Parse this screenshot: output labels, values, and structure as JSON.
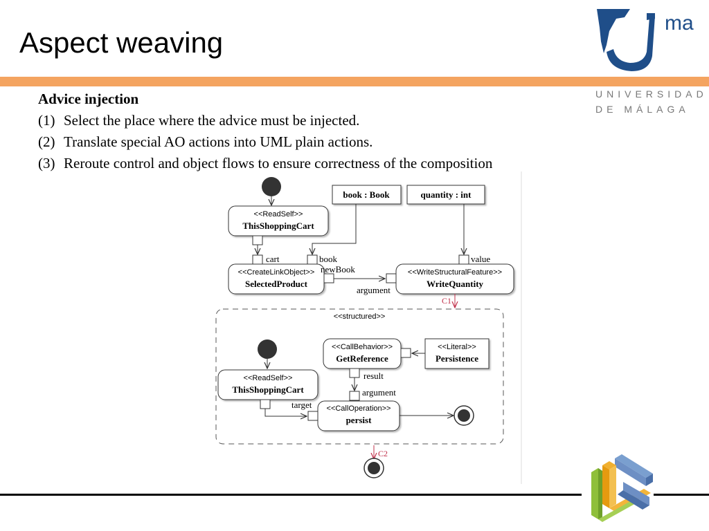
{
  "slide": {
    "title": "Aspect weaving",
    "university_line1": "UNIVERSIDAD",
    "university_line2": "DE MÁLAGA",
    "logo_text": "ma"
  },
  "content": {
    "heading": "Advice injection",
    "items": [
      {
        "num": "(1)",
        "text": "Select the place where the advice must be injected."
      },
      {
        "num": "(2)",
        "text": "Translate special AO actions into UML plain actions."
      },
      {
        "num": "(3)",
        "text": "Reroute control and object flows to ensure correctness of the composition"
      }
    ]
  },
  "diagram": {
    "obj_book": "book : Book",
    "obj_quantity": "quantity : int",
    "readself1_stereo": "<<ReadSelf>>",
    "readself1_name": "ThisShoppingCart",
    "createlink_stereo": "<<CreateLinkObject>>",
    "createlink_name": "SelectedProduct",
    "write_stereo": "<<WriteStructuralFeature>>",
    "write_name": "WriteQuantity",
    "pin_cart": "cart",
    "pin_book": "book",
    "pin_newbook": "newBook",
    "pin_argument1": "argument",
    "pin_value": "value",
    "c1": "C1",
    "structured": "<<structured>>",
    "callbehavior_stereo": "<<CallBehavior>>",
    "callbehavior_name": "GetReference",
    "literal_stereo": "<<Literal>>",
    "literal_name": "Persistence",
    "pin_result": "result",
    "pin_argument2": "argument",
    "readself2_stereo": "<<ReadSelf>>",
    "readself2_name": "ThisShoppingCart",
    "pin_target": "target",
    "calloperation_stereo": "<<CallOperation>>",
    "calloperation_name": "persist",
    "c2": "C2"
  },
  "colors": {
    "orange_bar": "#f4a460",
    "logo_blue": "#1f4e89",
    "annotation_red": "#c0304a"
  }
}
